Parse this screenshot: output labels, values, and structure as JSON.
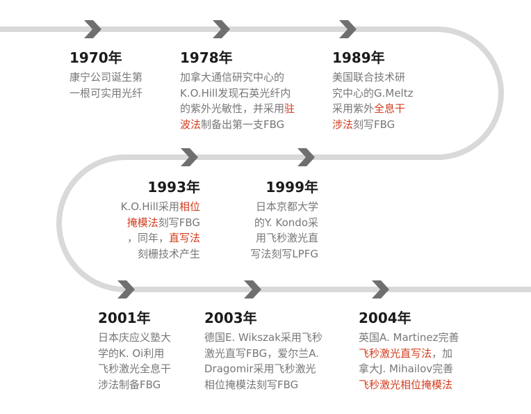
{
  "colors": {
    "track": "#d9d9d9",
    "arrow": "#6f6f6f",
    "year": "#1a1a1a",
    "text": "#777777",
    "highlight": "#d23c1e"
  },
  "events": [
    {
      "year": "1970年",
      "lines": [
        [
          {
            "t": "康宁公司诞生第"
          }
        ],
        [
          {
            "t": "一根可实用光纤"
          }
        ]
      ]
    },
    {
      "year": "1978年",
      "lines": [
        [
          {
            "t": "加拿大通信研究中心的"
          }
        ],
        [
          {
            "t": "K.O.Hill发现石英光纤内"
          }
        ],
        [
          {
            "t": "的紫外光敏性，并采用"
          },
          {
            "t": "驻",
            "h": true
          }
        ],
        [
          {
            "t": "波法",
            "h": true
          },
          {
            "t": "制备出第一支FBG"
          }
        ]
      ]
    },
    {
      "year": "1989年",
      "lines": [
        [
          {
            "t": "美国联合技术研"
          }
        ],
        [
          {
            "t": "究中心的G.Meltz"
          }
        ],
        [
          {
            "t": "采用紫外"
          },
          {
            "t": "全息干",
            "h": true
          }
        ],
        [
          {
            "t": "涉法",
            "h": true
          },
          {
            "t": "刻写FBG"
          }
        ]
      ]
    },
    {
      "year": "1993年",
      "lines": [
        [
          {
            "t": "K.O.Hill采用"
          },
          {
            "t": "相位",
            "h": true
          }
        ],
        [
          {
            "t": "掩模法",
            "h": true
          },
          {
            "t": "刻写FBG"
          }
        ],
        [
          {
            "t": "，同年，"
          },
          {
            "t": "直写法",
            "h": true
          }
        ],
        [
          {
            "t": "刻栅技术产生"
          }
        ]
      ]
    },
    {
      "year": "1999年",
      "lines": [
        [
          {
            "t": "日本京都大学"
          }
        ],
        [
          {
            "t": "的Y. Kondo采"
          }
        ],
        [
          {
            "t": "用飞秒激光直"
          }
        ],
        [
          {
            "t": "写法刻写LPFG"
          }
        ]
      ]
    },
    {
      "year": "2001年",
      "lines": [
        [
          {
            "t": "日本庆应义塾大"
          }
        ],
        [
          {
            "t": "学的K. Oi利用"
          }
        ],
        [
          {
            "t": "飞秒激光全息干"
          }
        ],
        [
          {
            "t": "涉法制备FBG"
          }
        ]
      ]
    },
    {
      "year": "2003年",
      "lines": [
        [
          {
            "t": "德国E. Wikszak采用飞秒"
          }
        ],
        [
          {
            "t": "激光直写FBG，爱尔兰A."
          }
        ],
        [
          {
            "t": "Dragomir采用飞秒激光"
          }
        ],
        [
          {
            "t": "相位掩模法刻写FBG"
          }
        ]
      ]
    },
    {
      "year": "2004年",
      "lines": [
        [
          {
            "t": "英国A. Martinez完善"
          }
        ],
        [
          {
            "t": "飞秒激光直写法",
            "h": true
          },
          {
            "t": "，加"
          }
        ],
        [
          {
            "t": "拿大J. Mihailov完善"
          }
        ],
        [
          {
            "t": "飞秒激光相位掩模法",
            "h": true
          }
        ]
      ]
    }
  ]
}
